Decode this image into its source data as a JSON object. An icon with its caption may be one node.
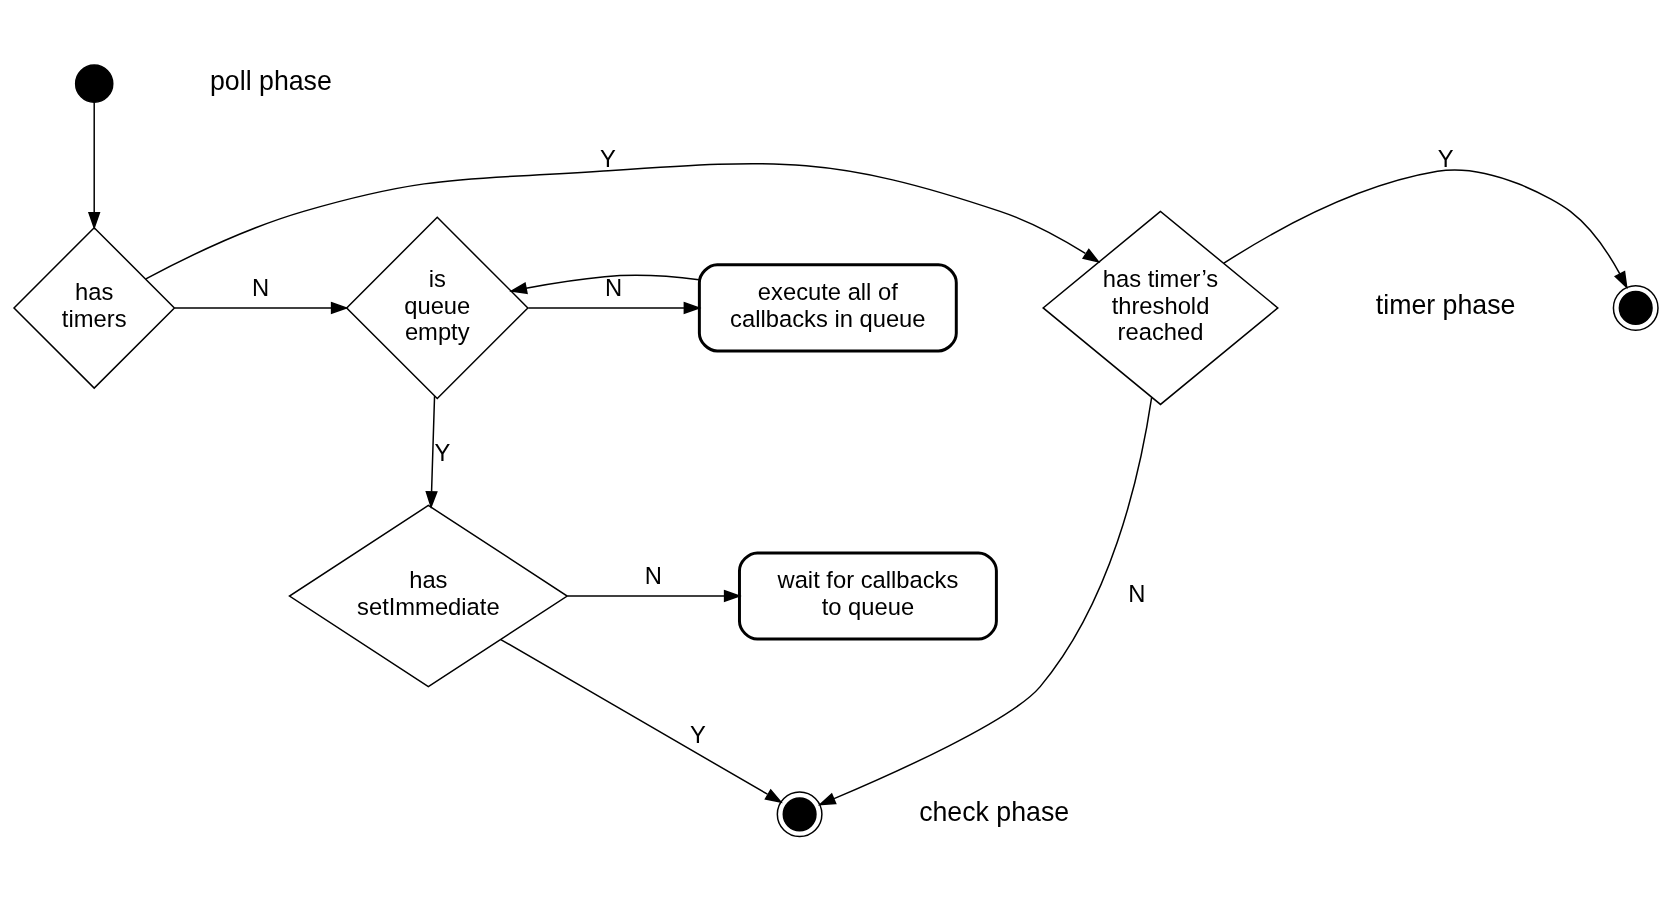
{
  "diagram": {
    "nodes": [
      {
        "text": [],
        "shape": "circle",
        "beside": [
          "poll phase"
        ]
      },
      {
        "text": [
          "has timers"
        ]
      },
      {
        "text": [
          "has timer’s threshold reached"
        ]
      },
      {
        "text": [],
        "shape": "circle",
        "beside": [
          "timer phase"
        ]
      },
      {
        "text": [
          "is queue empty"
        ]
      },
      {
        "text": [
          "execute all of callbacks in queue"
        ]
      },
      {
        "text": [
          "has setImmediate"
        ]
      },
      {
        "text": [
          "wait for callbacks to queue"
        ]
      },
      {
        "text": [],
        "shape": "circle",
        "beside": [
          "check phase"
        ]
      }
    ],
    "edges": [
      {
        "from": 0,
        "to": 1,
        "arrow": "to"
      },
      {
        "from": 1,
        "to": 2,
        "label": "Y",
        "arrow": "to"
      },
      {
        "from": 2,
        "to": 3,
        "label": "Y",
        "arrow": "to"
      },
      {
        "from": 1,
        "to": 4,
        "label": "N",
        "arrow": "to"
      },
      {
        "from": 4,
        "to": 5,
        "label": "N",
        "arrow": "to"
      },
      {
        "from": 5,
        "to": 4,
        "arrow": "to"
      },
      {
        "from": 4,
        "to": 6,
        "label": "Y",
        "arrow": "to"
      },
      {
        "from": 6,
        "to": 7,
        "label": "N",
        "arrow": "to"
      },
      {
        "from": 6,
        "to": 8,
        "label": "Y",
        "arrow": "to"
      },
      {
        "from": 2,
        "to": 8,
        "label": "N",
        "arrow": "to"
      }
    ]
  }
}
